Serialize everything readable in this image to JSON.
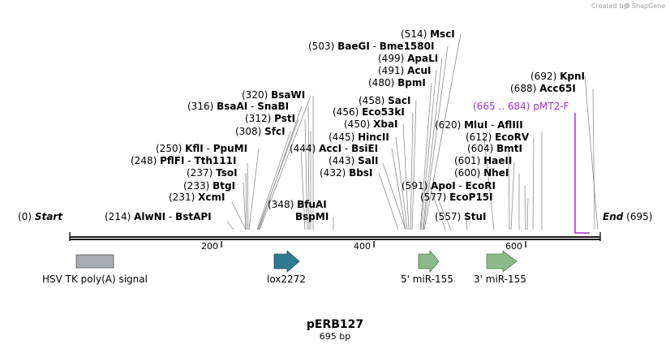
{
  "credit": {
    "text": "Created by",
    "brand": "SnapGene"
  },
  "map": {
    "name": "pERB127",
    "length_label": "695 bp",
    "start_pos": "(0)",
    "start_label": "Start",
    "end_label": "End",
    "end_pos": "(695)"
  },
  "ticks": [
    "200",
    "400",
    "600"
  ],
  "sites": [
    {
      "pos": "(214)",
      "a": "AlwNI",
      "b": "BstAPI"
    },
    {
      "pos": "(231)",
      "a": "XcmI"
    },
    {
      "pos": "(233)",
      "a": "BtgI"
    },
    {
      "pos": "(237)",
      "a": "TsoI"
    },
    {
      "pos": "(248)",
      "a": "PflFI",
      "b": "Tth111I"
    },
    {
      "pos": "(250)",
      "a": "KflI",
      "b": "PpuMI"
    },
    {
      "pos": "(308)",
      "a": "SfcI"
    },
    {
      "pos": "(312)",
      "a": "PstI"
    },
    {
      "pos": "(316)",
      "a": "BsaAI",
      "b": "SnaBI"
    },
    {
      "pos": "(320)",
      "a": "BsaWI"
    },
    {
      "pos": "(348)",
      "a": "BfuAI",
      "a2": "BspMI"
    },
    {
      "pos": "(432)",
      "a": "BbsI"
    },
    {
      "pos": "(443)",
      "a": "SalI"
    },
    {
      "pos": "(444)",
      "a": "AccI",
      "b": "BsiEI"
    },
    {
      "pos": "(445)",
      "a": "HincII"
    },
    {
      "pos": "(450)",
      "a": "XbaI"
    },
    {
      "pos": "(456)",
      "a": "Eco53kI"
    },
    {
      "pos": "(458)",
      "a": "SacI"
    },
    {
      "pos": "(480)",
      "a": "BpmI"
    },
    {
      "pos": "(491)",
      "a": "AcuI"
    },
    {
      "pos": "(499)",
      "a": "ApaLI"
    },
    {
      "pos": "(503)",
      "a": "BaeGI",
      "b": "Bme1580I"
    },
    {
      "pos": "(514)",
      "a": "MscI"
    },
    {
      "pos": "(557)",
      "a": "StuI"
    },
    {
      "pos": "(577)",
      "a": "EcoP15I"
    },
    {
      "pos": "(591)",
      "a": "ApoI",
      "b": "EcoRI"
    },
    {
      "pos": "(600)",
      "a": "NheI"
    },
    {
      "pos": "(601)",
      "a": "HaeII"
    },
    {
      "pos": "(604)",
      "a": "BmtI"
    },
    {
      "pos": "(612)",
      "a": "EcoRV"
    },
    {
      "pos": "(620)",
      "a": "MluI",
      "b": "AflIII"
    },
    {
      "pos": "(688)",
      "a": "Acc65I"
    },
    {
      "pos": "(692)",
      "a": "KpnI"
    }
  ],
  "primer": {
    "range": "(665 .. 684)",
    "name": "pMT2-F"
  },
  "features": [
    {
      "name": "HSV TK poly(A) signal",
      "kind": "box",
      "color": "#a8abb2"
    },
    {
      "name": "lox2272",
      "kind": "arrow",
      "color": "#2e7a92"
    },
    {
      "name": "5' miR-155",
      "kind": "arrow",
      "color": "#8dba8a"
    },
    {
      "name": "3' miR-155",
      "kind": "arrow",
      "color": "#8dba8a"
    }
  ],
  "colors": {
    "backbone": "#1a1a1a",
    "primer": "#a530d4",
    "leader": "#8c8c8c"
  }
}
